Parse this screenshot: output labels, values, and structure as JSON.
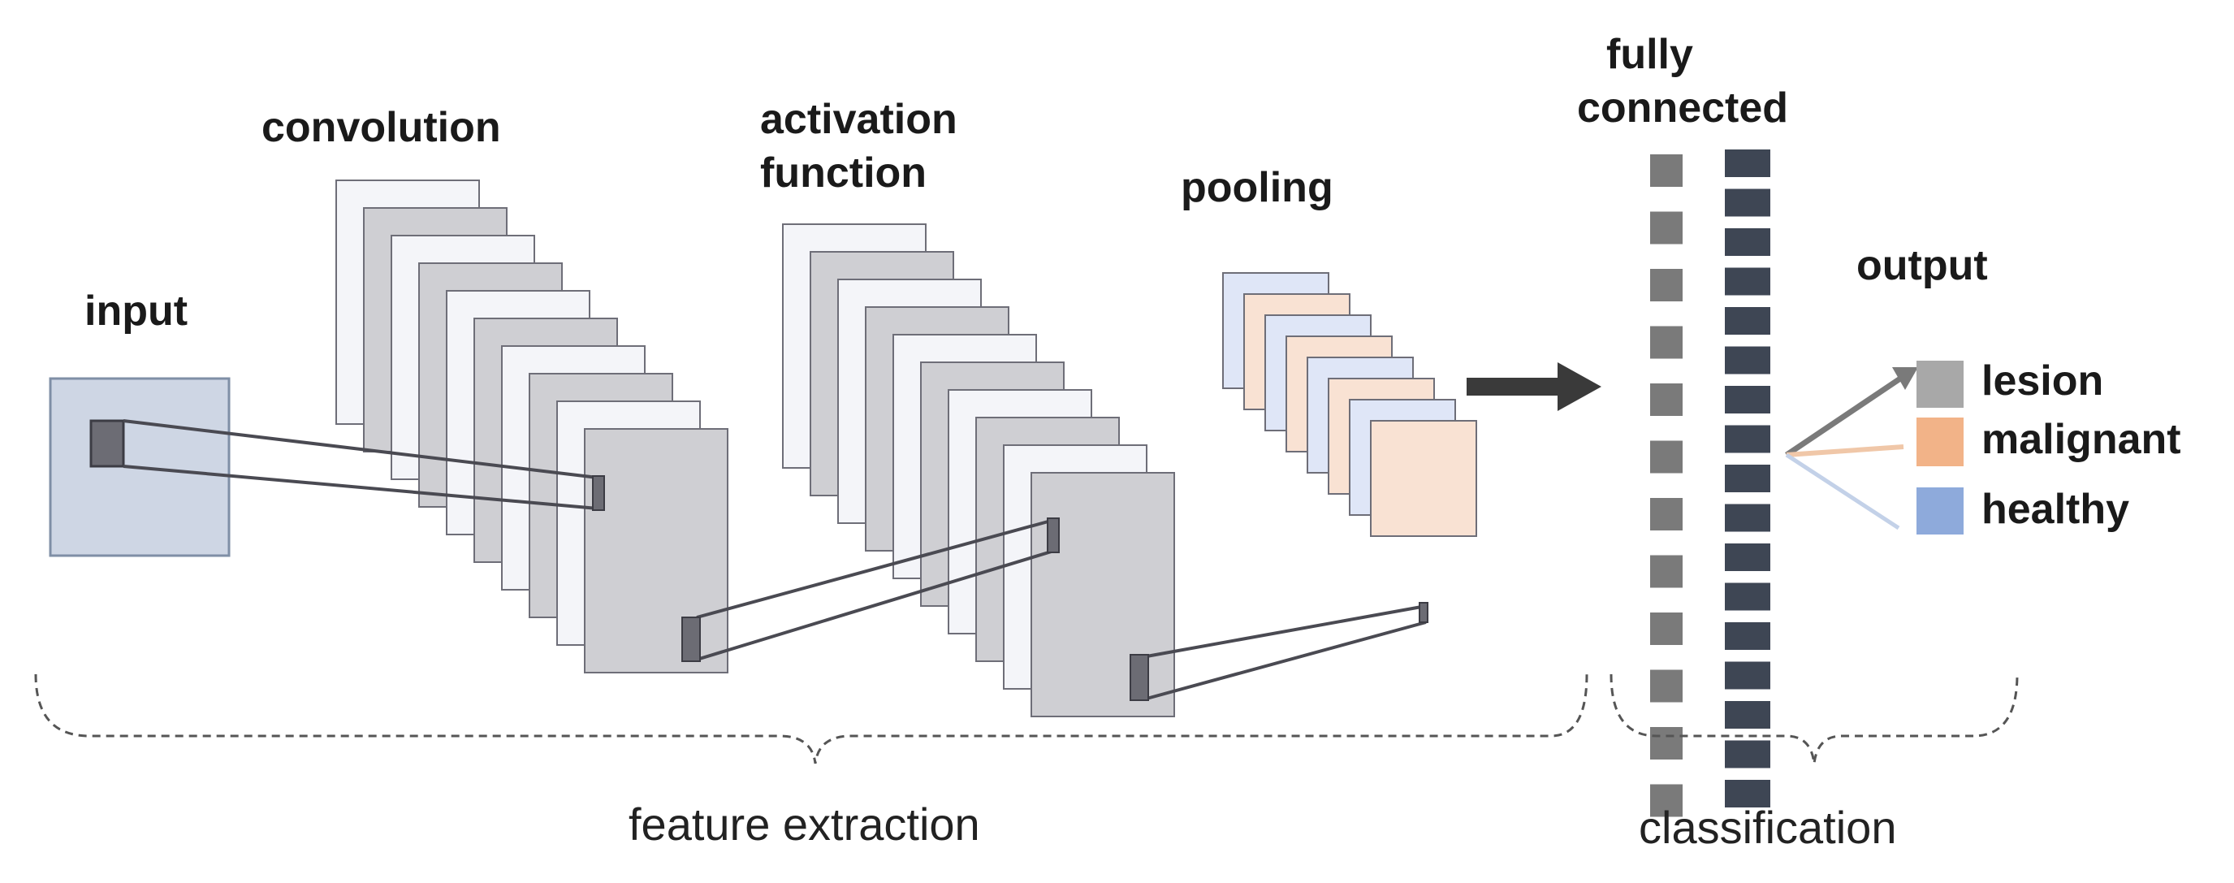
{
  "labels": {
    "input": "input",
    "convolution": "convolution",
    "activation_line1": "activation",
    "activation_line2": "function",
    "pooling": "pooling",
    "fully_line1": "fully",
    "fully_line2": "connected",
    "output": "output",
    "feature_extraction": "feature extraction",
    "classification": "classification"
  },
  "outputs": [
    {
      "label": "lesion",
      "color": "#a8a8a8",
      "line_color": "#7a7a7a"
    },
    {
      "label": "malignant",
      "color": "#f2b388",
      "line_color": "#f0c7a8"
    },
    {
      "label": "healthy",
      "color": "#8eaadb",
      "line_color": "#c3d1e8"
    }
  ],
  "colors": {
    "input_fill": "#ced6e4",
    "input_stroke": "#7f8fa6",
    "map_light": "#f4f5f9",
    "map_gray": "#cfcfd3",
    "map_stroke": "#6e6e78",
    "pool_blue": "#dfe6f7",
    "pool_peach": "#f9e2d3",
    "fc_gray": "#7a7a7a",
    "fc_dark": "#3e4654",
    "arrow": "#3a3a3a",
    "bracket": "#555555"
  }
}
